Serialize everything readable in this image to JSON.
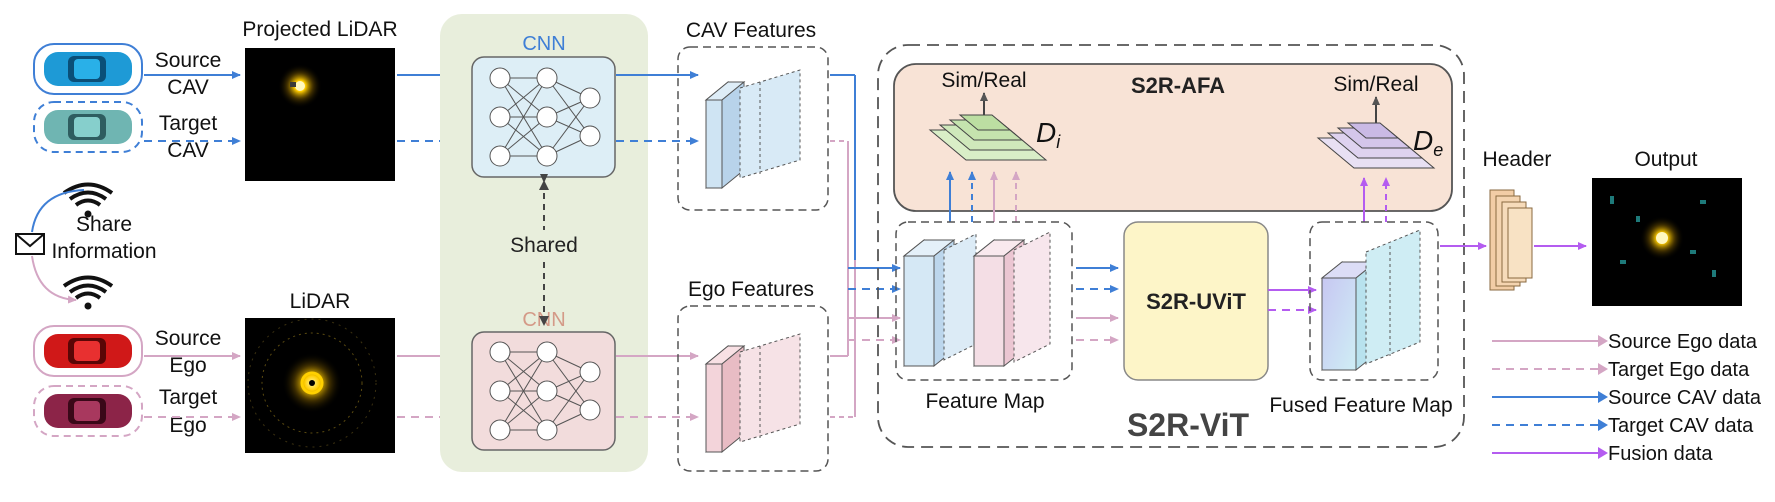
{
  "labels": {
    "projected_lidar": "Projected LiDAR",
    "lidar": "LiDAR",
    "source_cav": [
      "Source",
      "CAV"
    ],
    "target_cav": [
      "Target",
      "CAV"
    ],
    "source_ego": [
      "Source",
      "Ego"
    ],
    "target_ego": [
      "Target",
      "Ego"
    ],
    "share": [
      "Share",
      "Information"
    ],
    "cnn_top": "CNN",
    "cnn_bottom": "CNN",
    "shared": "Shared",
    "cav_features": "CAV Features",
    "ego_features": "Ego Features",
    "s2r_afa": "S2R-AFA",
    "sim_real_left": "Sim/Real",
    "sim_real_right": "Sim/Real",
    "d_i": "D",
    "d_i_sub": "i",
    "d_e": "D",
    "d_e_sub": "e",
    "feature_map": "Feature Map",
    "s2r_uvit": "S2R-UViT",
    "fused_feature_map": "Fused Feature Map",
    "s2r_vit": "S2R-ViT",
    "header": "Header",
    "output": "Output"
  },
  "legend": [
    {
      "label": "Source Ego data",
      "color": "#d4a6c4",
      "dashed": false
    },
    {
      "label": "Target Ego data",
      "color": "#d4a6c4",
      "dashed": true
    },
    {
      "label": "Source CAV data",
      "color": "#3f7fd6",
      "dashed": false
    },
    {
      "label": "Target CAV data",
      "color": "#3f7fd6",
      "dashed": true
    },
    {
      "label": "Fusion data",
      "color": "#b45cf0",
      "dashed": false
    }
  ],
  "colors": {
    "cav_blue": "#3f7fd6",
    "ego_pink": "#d4a6c4",
    "fusion_purple": "#b45cf0",
    "cnn_panel": "#e8eedc",
    "afa_box": "#f8e3d6",
    "uvit_box": "#fdf5c8"
  }
}
